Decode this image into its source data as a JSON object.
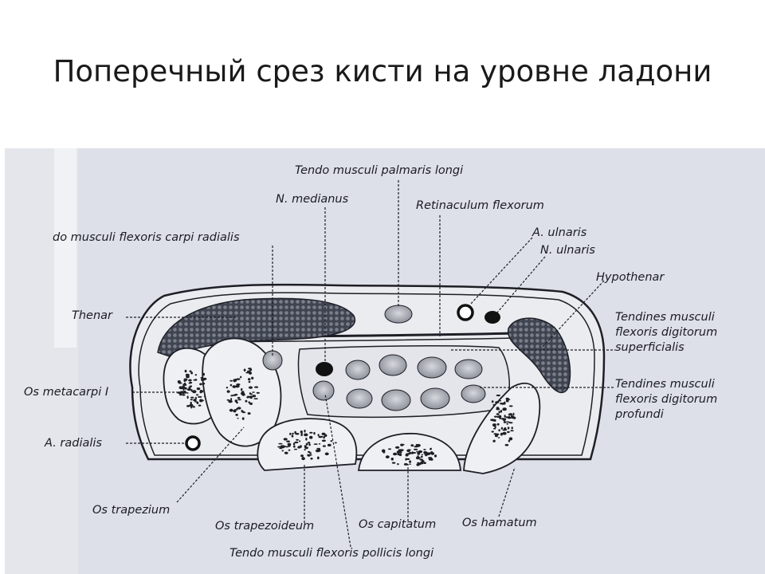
{
  "slide": {
    "title": "Поперечный срез кисти на уровне ладони"
  },
  "labels": {
    "tendo_palmaris": "Tendo musculi palmaris longi",
    "n_medianus": "N. medianus",
    "retinaculum": "Retinaculum flexorum",
    "flexor_carpi_radialis": "do musculi flexoris carpi radialis",
    "a_ulnaris": "A. ulnaris",
    "n_ulnaris": "N. ulnaris",
    "hypothenar": "Hypothenar",
    "thenar": "Thenar",
    "tfds": [
      "Tendines musculi",
      "flexoris digitorum",
      "superficialis"
    ],
    "tfdp": [
      "Tendines musculi",
      "flexoris digitorum",
      "profundi"
    ],
    "os_metacarpi": "Os metacarpi I",
    "a_radialis": "A. radialis",
    "os_trapezium": "Os trapezium",
    "os_trapezoideum": "Os trapezoideum",
    "os_capitatum": "Os capitatum",
    "os_hamatum": "Os hamatum",
    "tendo_flexor_pollicis": "Tendo musculi flexoris pollicis longi"
  },
  "colors": {
    "photo_bg": "#dde0e8",
    "line": "#202028",
    "muscle": "#4a4f5c",
    "tendon": "#a9adb5"
  }
}
